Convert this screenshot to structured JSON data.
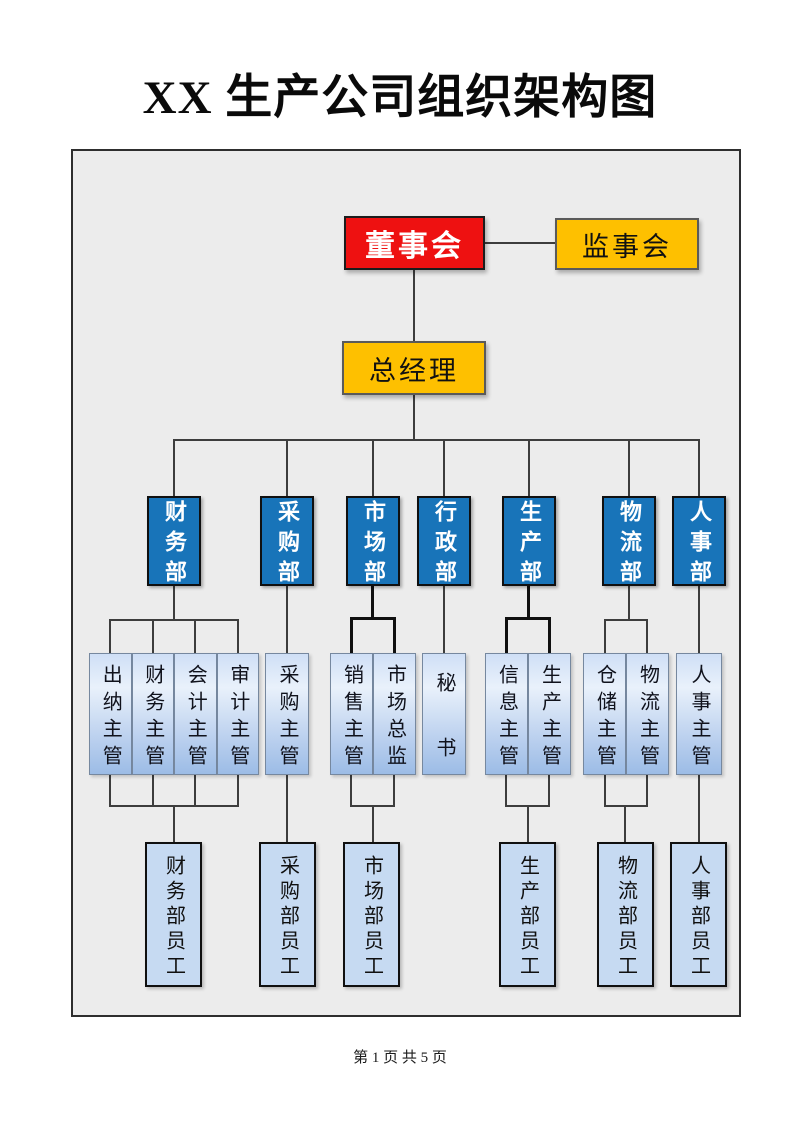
{
  "title": "XX 生产公司组织架构图",
  "footer": "第 1 页 共 5 页",
  "colors": {
    "board_red": "#ee1111",
    "gold": "#fec000",
    "dept_blue": "#1874b9",
    "staff_light_blue": "#c6daf2",
    "supervisor_gradient_top": "#e9f1fb",
    "supervisor_gradient_bottom": "#9cbce6",
    "panel_bg": "#ececec"
  },
  "org": {
    "board": "董事会",
    "supervisory_board": "监事会",
    "general_manager": "总经理",
    "departments": [
      {
        "name": "财务部",
        "supervisors": [
          "出纳主管",
          "财务主管",
          "会计主管",
          "审计主管"
        ],
        "staff": "财务部员工"
      },
      {
        "name": "采购部",
        "supervisors": [
          "采购主管"
        ],
        "staff": "采购部员工"
      },
      {
        "name": "市场部",
        "supervisors": [
          "销售主管",
          "市场总监"
        ],
        "staff": "市场部员工"
      },
      {
        "name": "行政部",
        "supervisors": [
          "秘书"
        ],
        "staff": ""
      },
      {
        "name": "生产部",
        "supervisors": [
          "信息主管",
          "生产主管"
        ],
        "staff": "生产部员工"
      },
      {
        "name": "物流部",
        "supervisors": [
          "仓储主管",
          "物流主管"
        ],
        "staff": "物流部员工"
      },
      {
        "name": "人事部",
        "supervisors": [
          "人事主管"
        ],
        "staff": "人事部员工"
      }
    ]
  }
}
